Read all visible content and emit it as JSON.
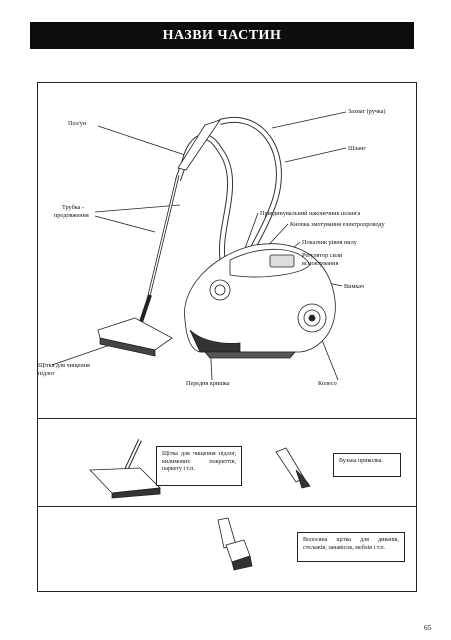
{
  "header": {
    "title": "НАЗВИ ЧАСТИН"
  },
  "main_diagram": {
    "labels": {
      "hose_label": "Поз/ун",
      "handle": "Захват (ручка)",
      "hose": "Шланг",
      "tube_line1": "Трубка -",
      "tube_line2": "продовження",
      "crevice_nozzle": "Пригдинувальний наконечник шланга",
      "cord_button": "Кнопка змотування електропроводу",
      "dust_indicator": "Показчик рівня пилу",
      "power_regulator_line1": "Регулятор сили",
      "power_regulator_line2": "всмоктування",
      "switch": "Вимкач",
      "floor_brush_line1": "Щітка для чищення",
      "floor_brush_line2": "підлог",
      "front_cover": "Передня кришка",
      "wheel": "Колесо"
    }
  },
  "accessories": {
    "floor_brush_desc": "Щітка для чищення підлог, килимових покриттів, паркету і т.п.",
    "crevice_desc": "Вузька приколка.",
    "upholstery_desc": "Волосяна щітка для диванів, стелажів, занавісок, меблів і т.п."
  },
  "footer": {
    "page_number": "65"
  }
}
